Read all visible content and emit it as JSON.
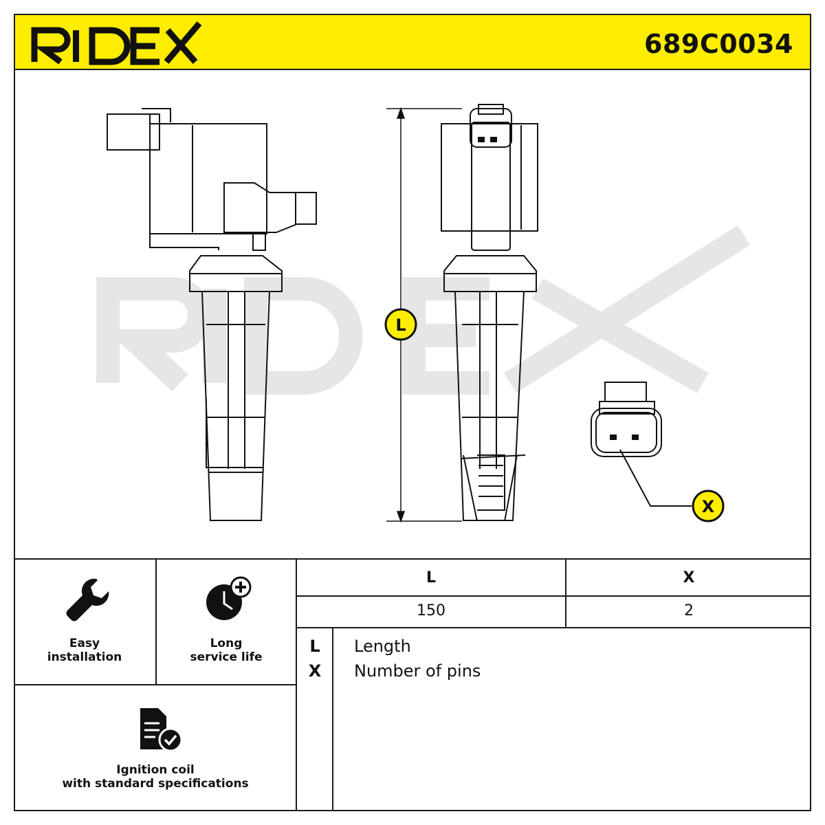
{
  "header": {
    "brand": "RIDEX",
    "part_number": "689C0034",
    "background_color": "#ffed00"
  },
  "drawing": {
    "watermark": "RIDEX",
    "dimension_labels": {
      "length": "L",
      "pins": "X"
    }
  },
  "features": [
    {
      "icon": "wrench-icon",
      "label_line1": "Easy",
      "label_line2": "installation"
    },
    {
      "icon": "clock-plus-icon",
      "label_line1": "Long",
      "label_line2": "service life"
    },
    {
      "icon": "document-check-icon",
      "label_line1": "Ignition coil",
      "label_line2": "with standard specifications"
    }
  ],
  "spec_table": {
    "columns": [
      "L",
      "X"
    ],
    "values": [
      "150",
      "2"
    ]
  },
  "legend": [
    {
      "key": "L",
      "description": "Length"
    },
    {
      "key": "X",
      "description": "Number of pins"
    }
  ]
}
